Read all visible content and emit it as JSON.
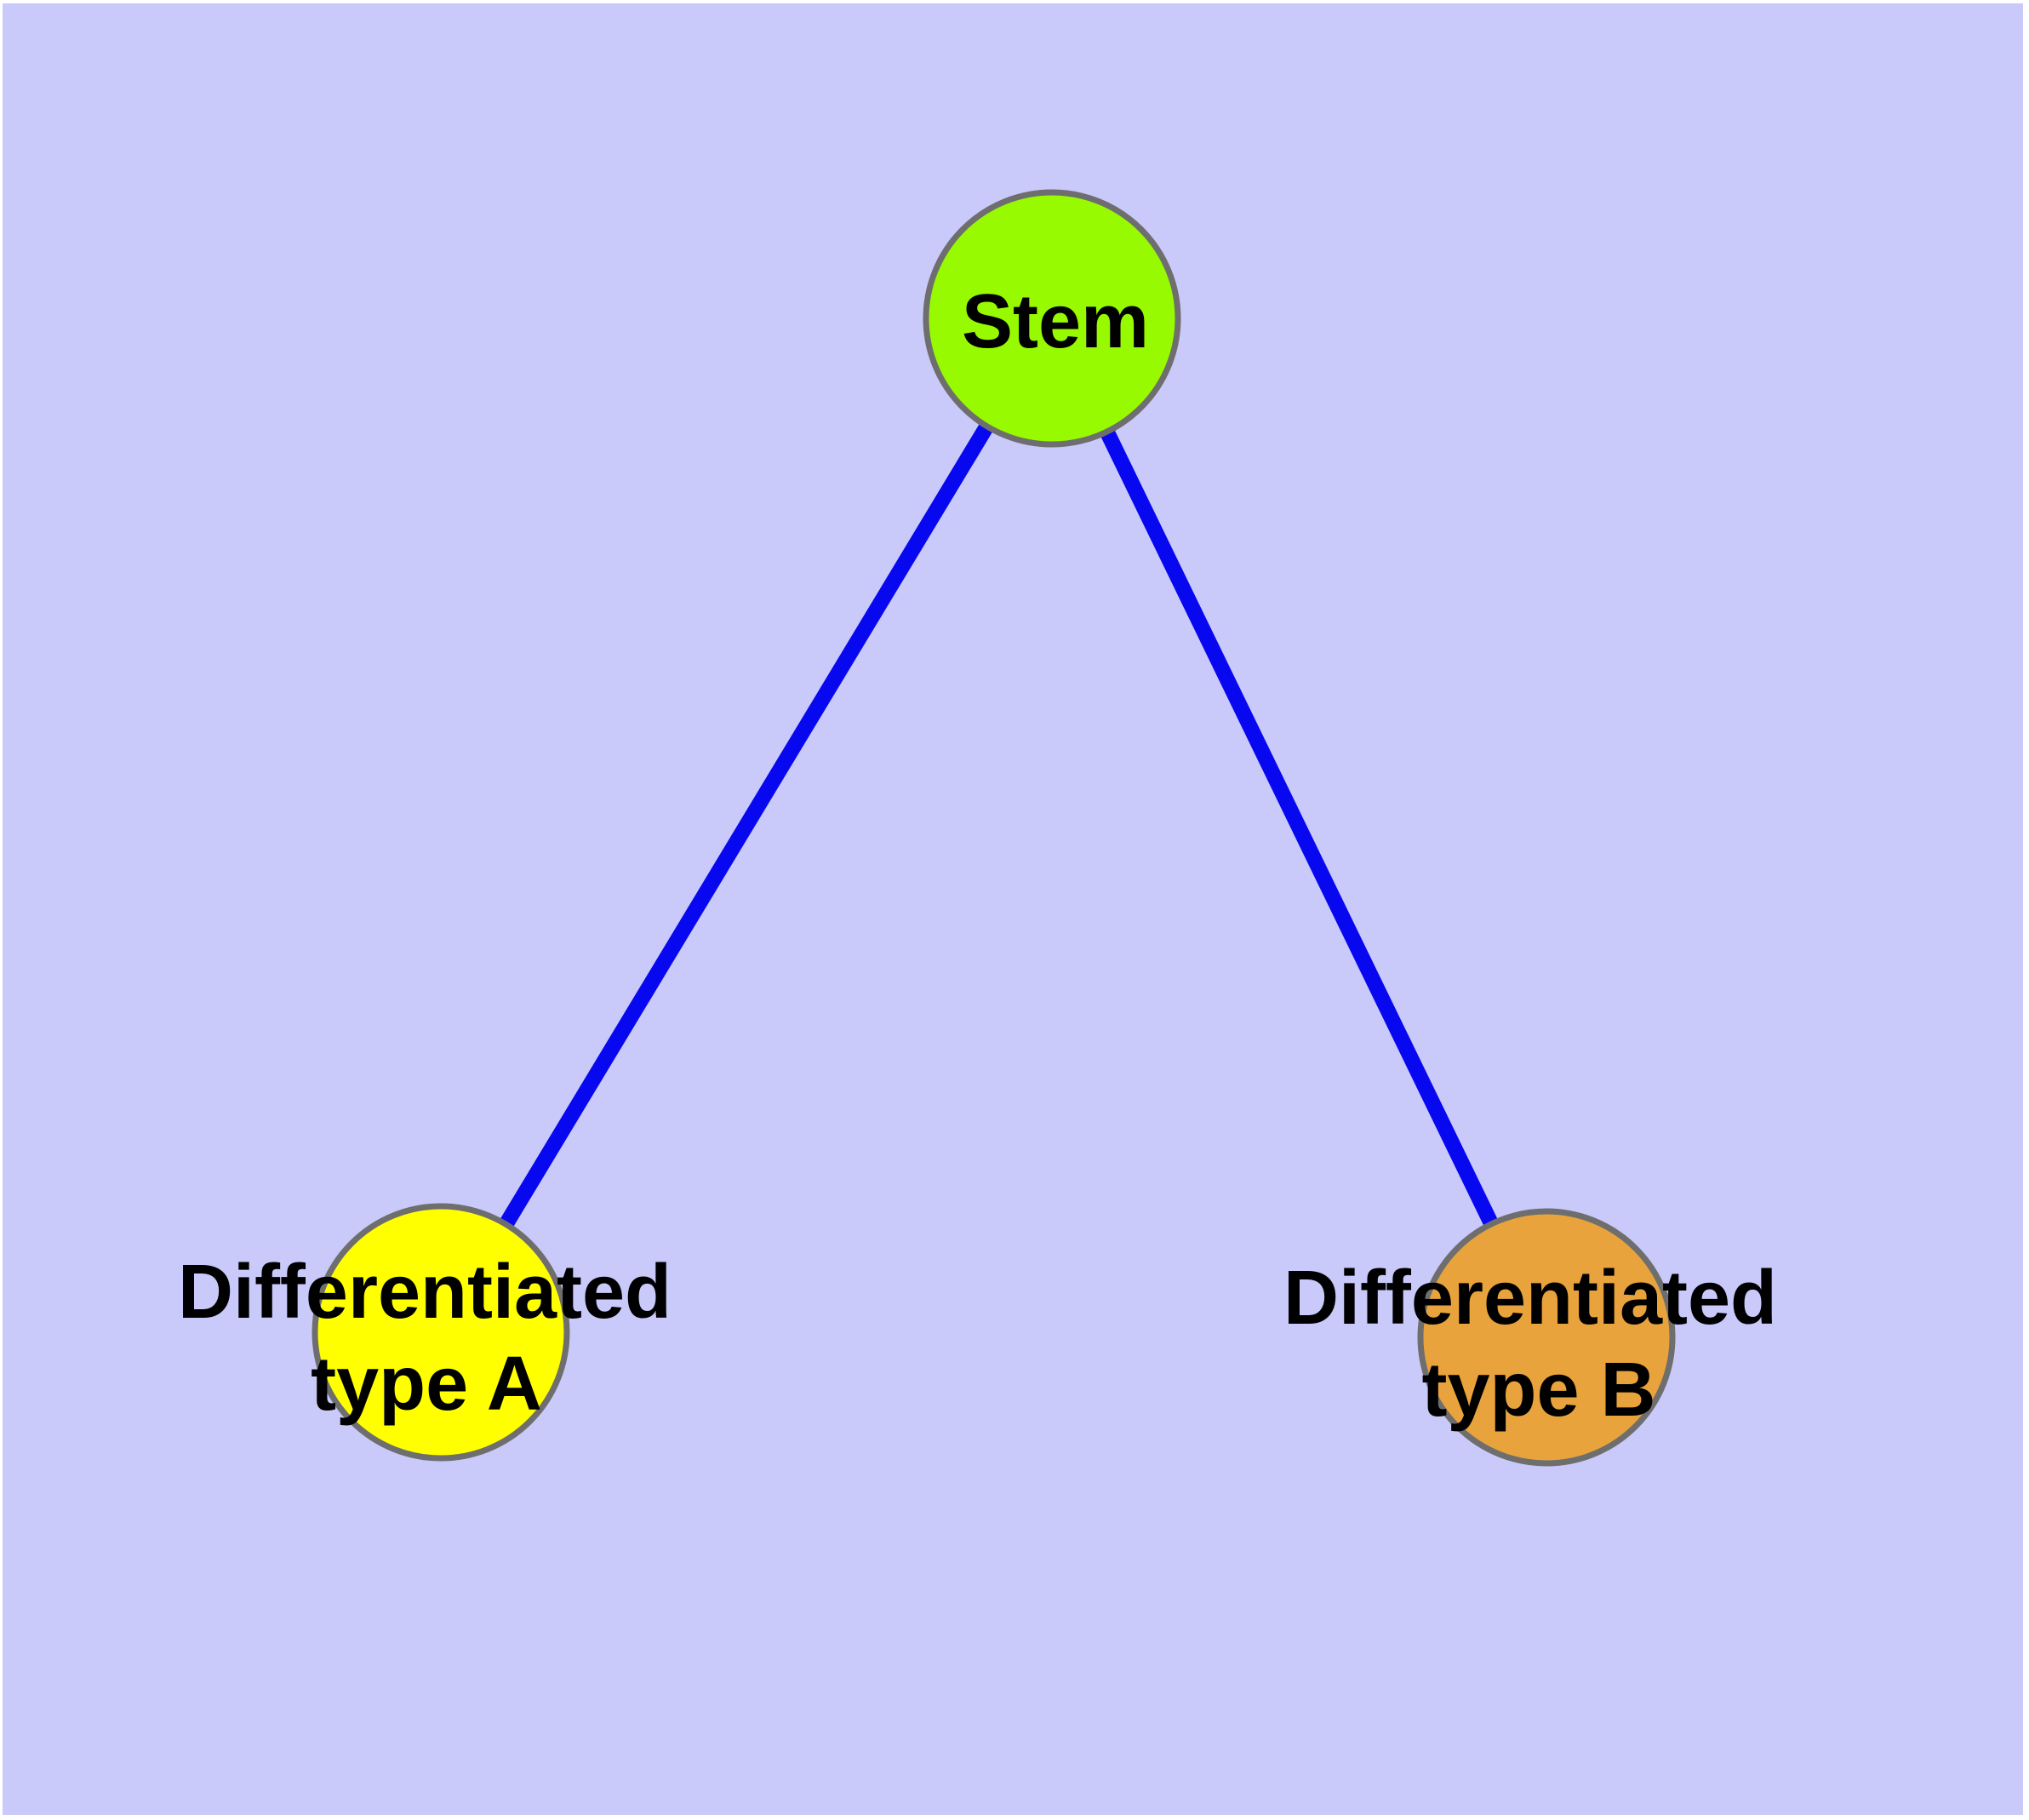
{
  "figure": {
    "title": "Stem cell differentiation diagram",
    "page_margin_color": "#FFFFFF",
    "background_color": "#C9C9FA",
    "node_border_color": "#6E6E6E",
    "label_color": "#000000",
    "nodes": [
      {
        "id": "stem",
        "label": "Stem",
        "lines": [
          "Stem"
        ],
        "fill": "#97FA01"
      },
      {
        "id": "differentiated-type-a",
        "label": "Differentiated type A",
        "lines": [
          "Differentiated",
          "type A"
        ],
        "fill": "#FFFF00"
      },
      {
        "id": "differentiated-type-b",
        "label": "Differentiated type B",
        "lines": [
          "Differentiated",
          "type B"
        ],
        "fill": "#E8A33C"
      }
    ],
    "edges": [
      {
        "from": "stem",
        "to": "differentiated-type-a",
        "color": "#0808F0"
      },
      {
        "from": "stem",
        "to": "differentiated-type-b",
        "color": "#0808F0"
      }
    ]
  }
}
